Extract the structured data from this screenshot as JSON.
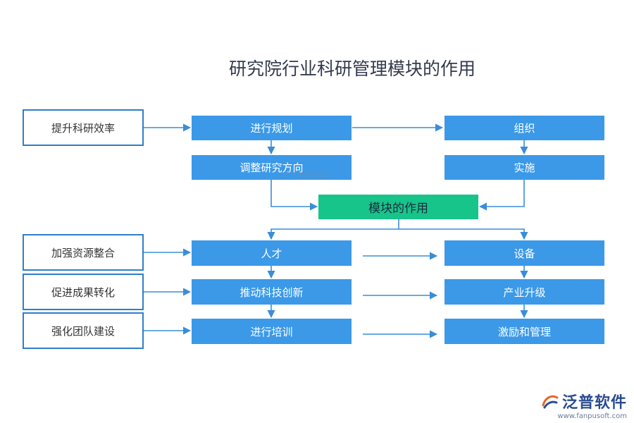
{
  "title": "研究院行业科研管理模块的作用",
  "center": "模块的作用",
  "top_left": [
    "进行规划",
    "调整研究方向"
  ],
  "top_right": [
    "组织",
    "实施"
  ],
  "bottom_left": [
    "人才",
    "推动科技创新",
    "进行培训"
  ],
  "bottom_right": [
    "设备",
    "产业升级",
    "激励和管理"
  ],
  "side": [
    "提升科研效率",
    "加强资源整合",
    "促进成果转化",
    "强化团队建设"
  ],
  "watermark": "泛普软件",
  "logo": {
    "name": "泛普软件",
    "url": "www.fanpusoft.com"
  },
  "colors": {
    "box": "#3b99e8",
    "center": "#17c48a",
    "side_border": "#2f7ec7",
    "arrow": "#3a8dd8"
  }
}
